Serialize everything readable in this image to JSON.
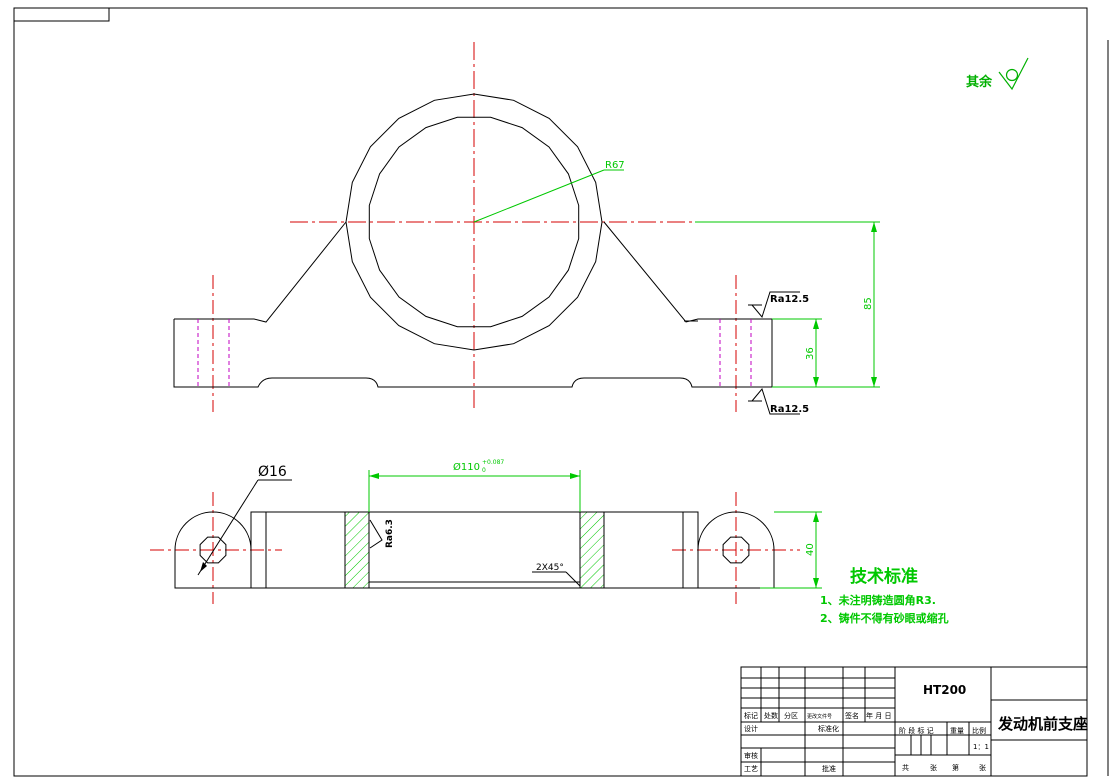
{
  "colors": {
    "outline": "#000000",
    "centerline": "#d40000",
    "dimension": "#00c800",
    "hidden": "#c000c0",
    "hatch": "#00c800",
    "annotation": "#00b000"
  },
  "roughness": {
    "general_label": "其余",
    "top_label": "Ra12.5",
    "bottom_label": "Ra12.5",
    "bore_label": "Ra6.3"
  },
  "dimensions": {
    "radius": "R67",
    "height_total": "85",
    "height_base": "36",
    "hole_dia": "Ø16",
    "bore_main": "Ø110",
    "bore_tolerance_upper": "+0.087",
    "bore_tolerance_lower": "0",
    "thickness": "40",
    "chamfer": "2X45°"
  },
  "technical_requirements": {
    "title": "技术标准",
    "items": [
      "1、未注明铸造圆角R3.",
      "2、铸件不得有砂眼或缩孔"
    ]
  },
  "title_block": {
    "material": "HT200",
    "part_name": "发动机前支座",
    "row_headers": [
      "标记",
      "处数",
      "分区",
      "更改文件号",
      "签名",
      "年 月 日"
    ],
    "design_label": "设计",
    "standardize_label": "标准化",
    "review_label": "审核",
    "process_label": "工艺",
    "approve_label": "批准",
    "stage_header": "阶 段 标 记",
    "weight_header": "重量",
    "scale_header": "比例",
    "scale_value": "1：1",
    "sheet_total": "共",
    "sheet_unit": "张",
    "sheet_page": "第",
    "sheet_page_unit": "张"
  }
}
